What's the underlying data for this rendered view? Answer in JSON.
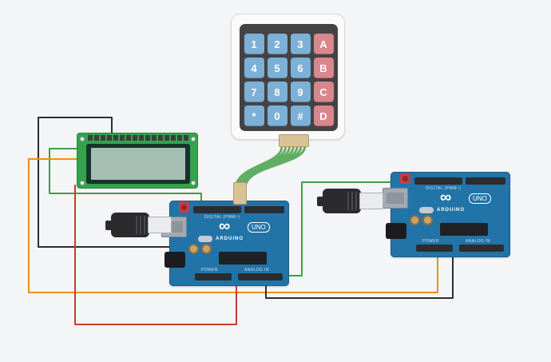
{
  "palette": {
    "bg": "#f4f5f7",
    "board-blue": "#2274a8",
    "board-edge": "#1a5c85",
    "header-black": "#2b2d30",
    "keypad-face": "#fbfbfb",
    "keypad-border": "#d9d9de",
    "keypad-panel": "#434346",
    "key-digit": "#7cb0d6",
    "key-letter": "#d9868c",
    "lcd-green": "#35a24d",
    "lcd-border": "#2a8540",
    "lcd-screen-dark": "#17352c",
    "lcd-screen": "#a6bfb3",
    "lcd-pin": "#3a3f3d",
    "connector-tan": "#d9c294",
    "usb-black": "#2b2b2e",
    "usb-metal": "#e9ebee",
    "usb-metal-dark": "#a3aab1"
  },
  "wires": {
    "black": "#2e2e2e",
    "green": "#3d9e47",
    "orange": "#e8930a",
    "red": "#cc3a31",
    "ribbon": "#5fae63"
  },
  "keypad": {
    "rows": [
      [
        "1",
        "2",
        "3",
        "A"
      ],
      [
        "4",
        "5",
        "6",
        "B"
      ],
      [
        "7",
        "8",
        "9",
        "C"
      ],
      [
        "*",
        "0",
        "#",
        "D"
      ]
    ],
    "letter_column": 3
  },
  "lcd": {
    "pin_count": 16
  },
  "ribbon": {
    "wire_count": 7
  },
  "arduino": {
    "brand": "ARDUINO",
    "model": "UNO",
    "logo_glyph": "∞",
    "digital_label": "DIGITAL (PWM~)",
    "power_label": "POWER",
    "analog_label": "ANALOG IN"
  }
}
